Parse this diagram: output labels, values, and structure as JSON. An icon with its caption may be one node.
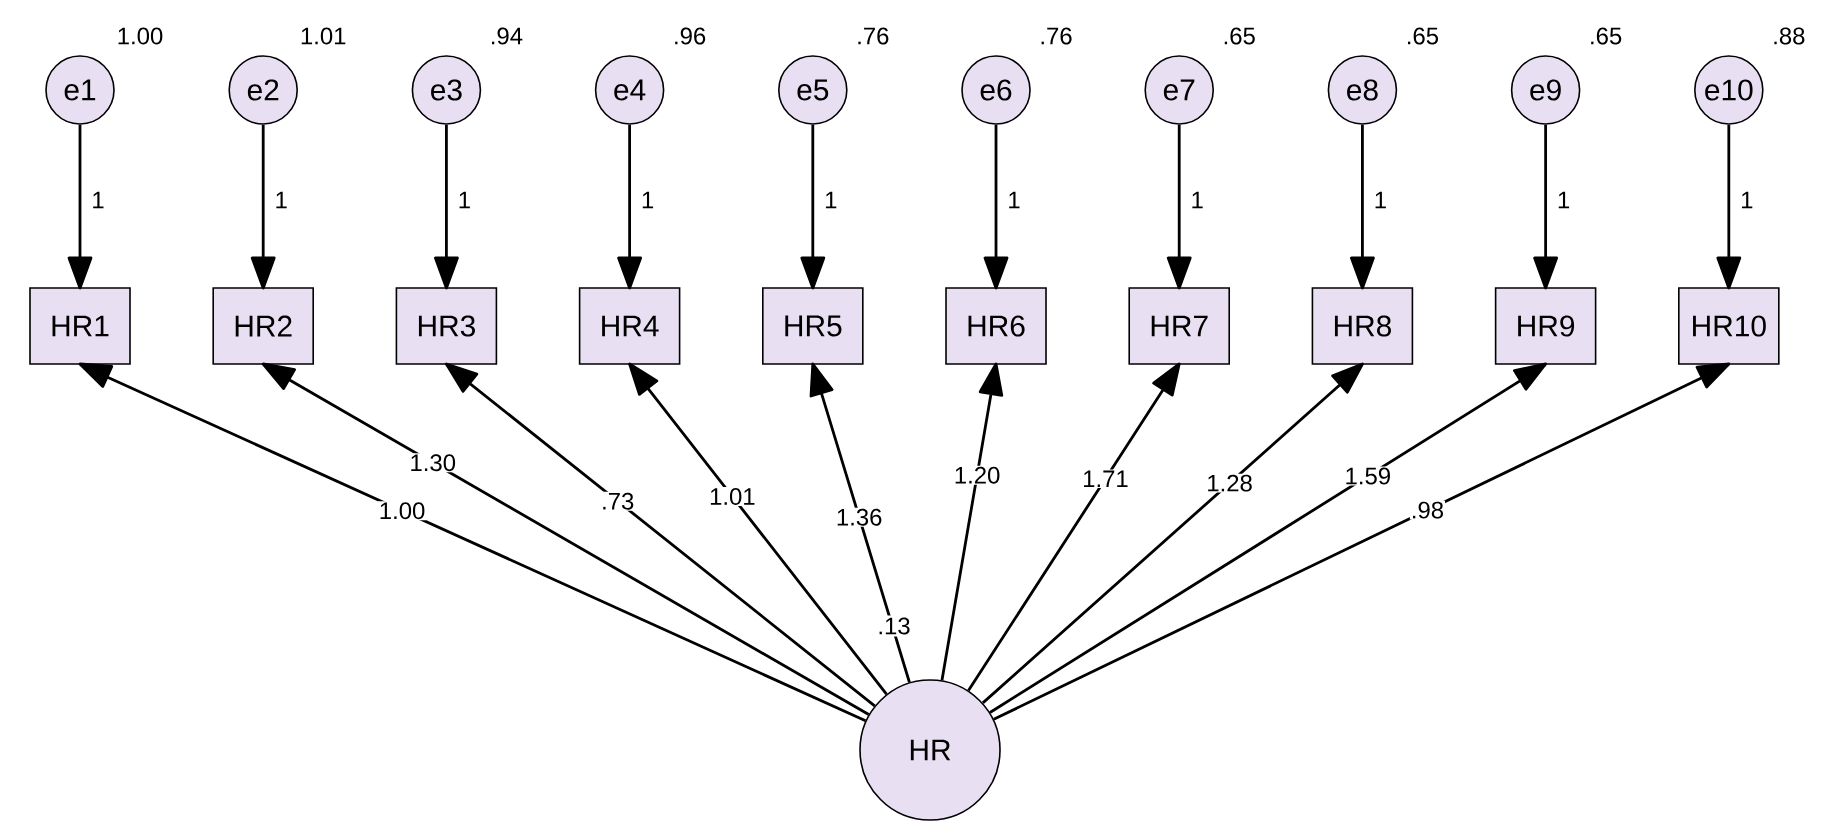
{
  "diagram": {
    "nodes": [
      {
        "text": [
          "e1"
        ],
        "beside": [
          "1.00"
        ]
      },
      {
        "text": [
          "e2"
        ],
        "beside": [
          "1.01"
        ]
      },
      {
        "text": [
          "e3"
        ],
        "beside": [
          ".94"
        ]
      },
      {
        "text": [
          "e4"
        ],
        "beside": [
          ".96"
        ]
      },
      {
        "text": [
          "e5"
        ],
        "beside": [
          ".76"
        ]
      },
      {
        "text": [
          "e6"
        ],
        "beside": [
          ".76"
        ]
      },
      {
        "text": [
          "e7"
        ],
        "beside": [
          ".65"
        ]
      },
      {
        "text": [
          "e8"
        ],
        "beside": [
          ".65"
        ]
      },
      {
        "text": [
          "e9"
        ],
        "beside": [
          ".65"
        ]
      },
      {
        "text": [
          "e10"
        ],
        "beside": [
          ".88"
        ]
      },
      {
        "text": [
          "HR1"
        ]
      },
      {
        "text": [
          "HR2"
        ]
      },
      {
        "text": [
          "HR3"
        ]
      },
      {
        "text": [
          "HR4"
        ]
      },
      {
        "text": [
          "HR5"
        ]
      },
      {
        "text": [
          "HR6"
        ]
      },
      {
        "text": [
          "HR7"
        ]
      },
      {
        "text": [
          "HR8"
        ]
      },
      {
        "text": [
          "HR9"
        ]
      },
      {
        "text": [
          "HR10"
        ]
      },
      {
        "text": [
          "HR"
        ],
        "beside": [
          ".13"
        ]
      }
    ],
    "edges": [
      {
        "from": 0,
        "to": 10,
        "arrow": "to",
        "label": "1"
      },
      {
        "from": 1,
        "to": 11,
        "arrow": "to",
        "label": "1"
      },
      {
        "from": 2,
        "to": 12,
        "arrow": "to",
        "label": "1"
      },
      {
        "from": 3,
        "to": 13,
        "arrow": "to",
        "label": "1"
      },
      {
        "from": 4,
        "to": 14,
        "arrow": "to",
        "label": "1"
      },
      {
        "from": 5,
        "to": 15,
        "arrow": "to",
        "label": "1"
      },
      {
        "from": 6,
        "to": 16,
        "arrow": "to",
        "label": "1"
      },
      {
        "from": 7,
        "to": 17,
        "arrow": "to",
        "label": "1"
      },
      {
        "from": 8,
        "to": 18,
        "arrow": "to",
        "label": "1"
      },
      {
        "from": 9,
        "to": 19,
        "arrow": "to",
        "label": "1"
      },
      {
        "from": 20,
        "to": 10,
        "arrow": "to",
        "label": "1.00"
      },
      {
        "from": 20,
        "to": 11,
        "arrow": "to",
        "label": "1.30"
      },
      {
        "from": 20,
        "to": 12,
        "arrow": "to",
        "label": ".73"
      },
      {
        "from": 20,
        "to": 13,
        "arrow": "to",
        "label": "1.01"
      },
      {
        "from": 20,
        "to": 14,
        "arrow": "to",
        "label": "1.36"
      },
      {
        "from": 20,
        "to": 15,
        "arrow": "to",
        "label": "1.20"
      },
      {
        "from": 20,
        "to": 16,
        "arrow": "to",
        "label": "1.71"
      },
      {
        "from": 20,
        "to": 17,
        "arrow": "to",
        "label": "1.28"
      },
      {
        "from": 20,
        "to": 18,
        "arrow": "to",
        "label": "1.59"
      },
      {
        "from": 20,
        "to": 19,
        "arrow": "to",
        "label": ".98"
      }
    ]
  }
}
